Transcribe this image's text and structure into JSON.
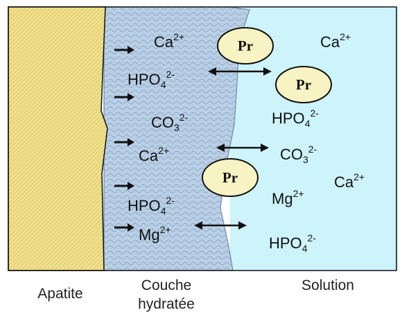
{
  "zones": {
    "apatite": {
      "label": "Apatite",
      "color": "#f0e08a"
    },
    "hydrated_layer": {
      "label_line1": "Couche",
      "label_line2": "hydratée",
      "color": "#b9cfe6"
    },
    "solution": {
      "label": "Solution",
      "color": "#cdf3fb"
    }
  },
  "protein": {
    "label": "Pr",
    "fill": "#f8f3c2"
  },
  "species": {
    "ca": {
      "base": "Ca",
      "charge": "2+"
    },
    "hpo4": {
      "base": "HPO",
      "sub": "4",
      "charge": "2-"
    },
    "co3": {
      "base": "CO",
      "sub": "3",
      "charge": "2-"
    },
    "mg": {
      "base": "Mg",
      "charge": "2+"
    }
  },
  "colors": {
    "outline": "#111111",
    "text": "#111111"
  }
}
